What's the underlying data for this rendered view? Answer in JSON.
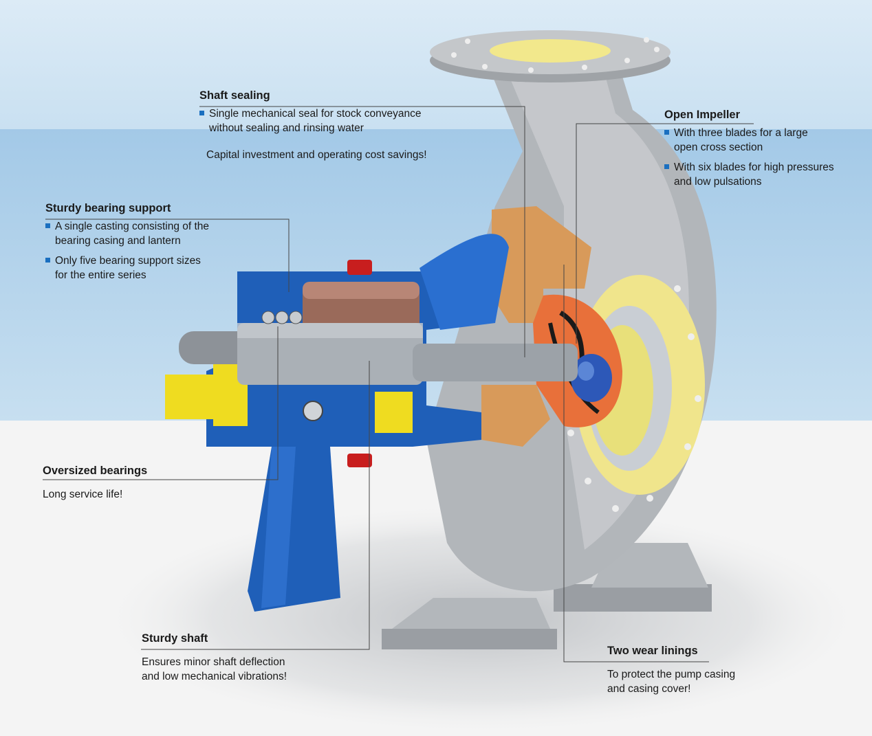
{
  "colors": {
    "sky_top": "#d6e8f4",
    "sky_band": "#a9cde8",
    "floor": "#f4f4f4",
    "casing_grey": "#a8acb0",
    "bearing_blue": "#1f5fb8",
    "impeller_orange": "#e8703a",
    "lining_yellow": "#f1e68a",
    "bullet_blue": "#1a6fc0"
  },
  "callouts": {
    "shaft_sealing": {
      "title": "Shaft sealing",
      "bullets": [
        "Single mechanical seal for stock conveyance\nwithout sealing and rinsing water"
      ],
      "note": "Capital investment and operating cost savings!"
    },
    "open_impeller": {
      "title": "Open Impeller",
      "bullets": [
        "With three blades for a large\nopen cross section",
        "With six blades for high pressures\nand low pulsations"
      ]
    },
    "sturdy_bearing": {
      "title": "Sturdy bearing support",
      "bullets": [
        "A single casting consisting of the\nbearing casing and lantern",
        "Only five bearing support sizes\nfor the entire series"
      ]
    },
    "oversized_bearings": {
      "title": "Oversized bearings",
      "note": "Long service life!"
    },
    "sturdy_shaft": {
      "title": "Sturdy shaft",
      "note": "Ensures minor shaft deflection\nand low mechanical vibrations!"
    },
    "wear_linings": {
      "title": "Two wear linings",
      "note": "To protect the pump casing\nand casing cover!"
    }
  }
}
